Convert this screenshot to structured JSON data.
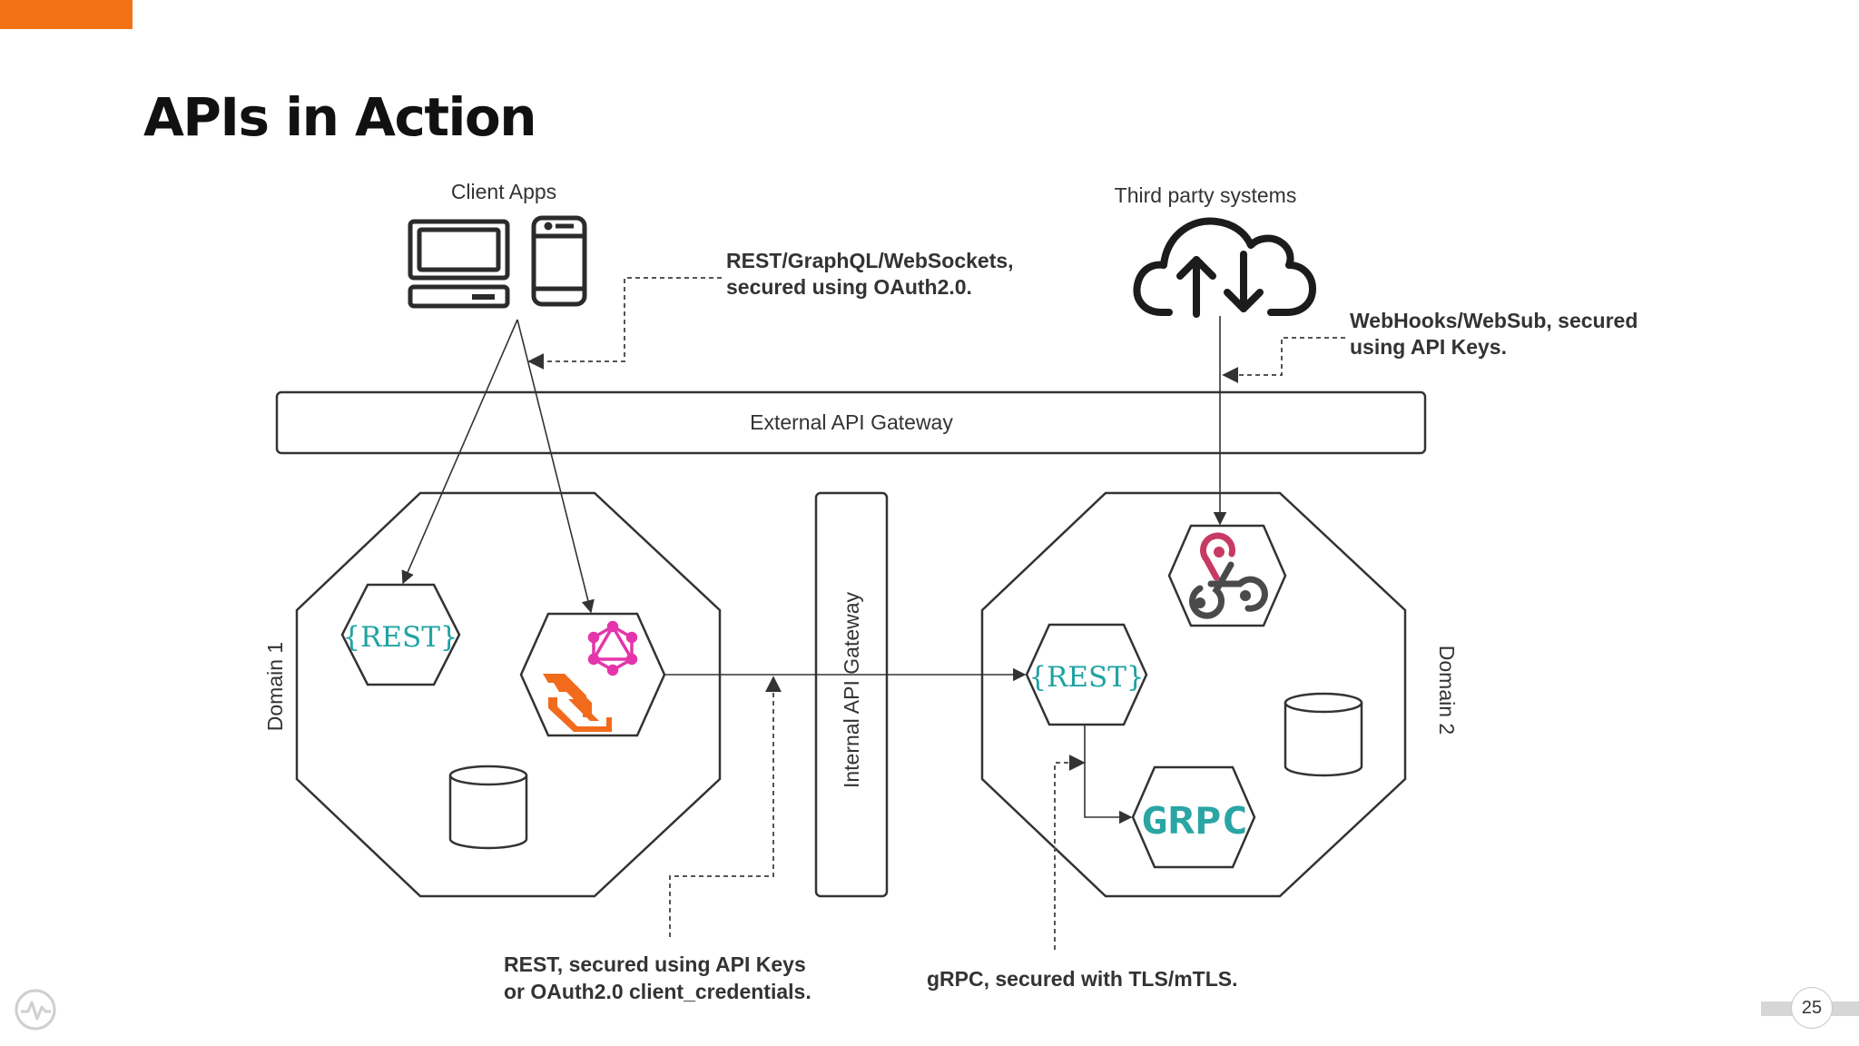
{
  "slide": {
    "title": "APIs in Action",
    "page_number": "25",
    "accent_color": "#f47216"
  },
  "diagram": {
    "client_apps_label": "Client Apps",
    "third_party_label": "Third party systems",
    "external_gateway_label": "External API Gateway",
    "internal_gateway_label": "Internal API Gateway",
    "domain1_label": "Domain 1",
    "domain2_label": "Domain 2",
    "rest_badge_label": "{REST}",
    "grpc_badge_label": "GRPC",
    "note_client": [
      "REST/GraphQL/WebSockets,",
      "secured using OAuth2.0."
    ],
    "note_thirdparty": [
      "WebHooks/WebSub, secured",
      "using API Keys."
    ],
    "note_internal_rest": [
      "REST, secured using API Keys",
      "or OAuth2.0 client_credentials."
    ],
    "note_grpc": "gRPC, secured with TLS/mTLS.",
    "icons": [
      "laptop-icon",
      "phone-icon",
      "cloud-upload-download-icon",
      "graphql-icon",
      "websocket-icon",
      "webhook-icon",
      "database-icon",
      "grpc-logo"
    ],
    "colors": {
      "rest_teal": "#1fa3a3",
      "grpc_teal": "#2aa5a4",
      "graphql_pink": "#e535ab",
      "websocket_orange": "#f26b1d",
      "webhook_red": "#c73a63",
      "line": "#333333"
    }
  }
}
